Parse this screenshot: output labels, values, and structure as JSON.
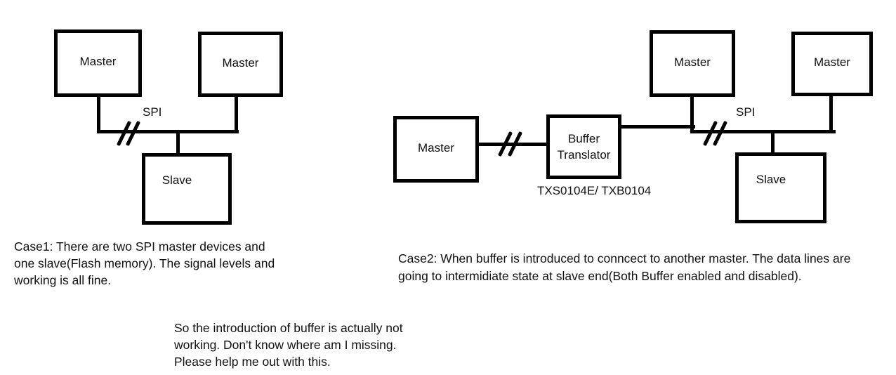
{
  "colors": {
    "background": "#ffffff",
    "line": "#000000",
    "text": "#111111"
  },
  "diagram1": {
    "master1_label": "Master",
    "master2_label": "Master",
    "slave_label": "Slave",
    "bus_label": "SPI",
    "caption": {
      "line1": "Case1: There are two SPI master devices and",
      "line2": "one slave(Flash memory). The signal levels and",
      "line3": "working is all fine."
    }
  },
  "diagram2": {
    "master1_label": "Master",
    "master2_label": "Master",
    "master3_label": "Master",
    "buffer_label": "Buffer\nTranslator",
    "slave_label": "Slave",
    "bus_label": "SPI",
    "part_number_label": "TXS0104E/ TXB0104",
    "caption": {
      "line1": "Case2: When buffer is introduced to conncect to another master. The data lines are",
      "line2": "going to intermidiate state at slave end(Both Buffer enabled and disabled)."
    }
  },
  "footer_note": {
    "line1": "So the introduction of buffer is actually not",
    "line2": "working. Don't know where am I missing.",
    "line3": "Please help me out with this."
  }
}
